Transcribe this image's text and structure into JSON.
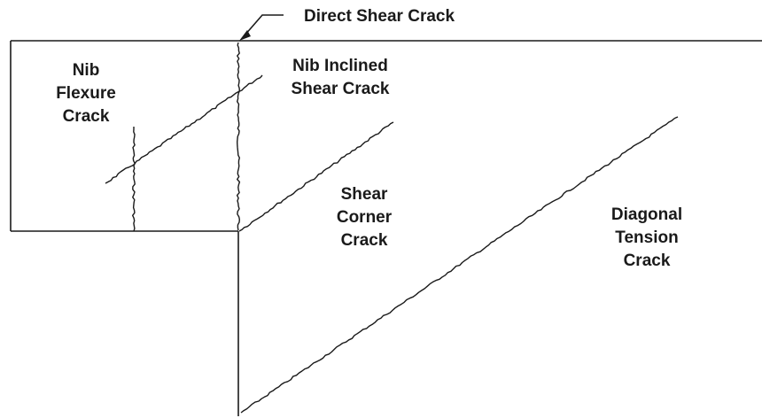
{
  "labels": {
    "direct_shear": "Direct Shear Crack",
    "nib_flexure": [
      "Nib",
      "Flexure",
      "Crack"
    ],
    "nib_inclined": [
      "Nib Inclined",
      "Shear Crack"
    ],
    "shear_corner": [
      "Shear",
      "Corner",
      "Crack"
    ],
    "diagonal_tension": [
      "Diagonal",
      "Tension",
      "Crack"
    ]
  },
  "colors": {
    "line": "#1a1a1a",
    "background": "#ffffff"
  }
}
